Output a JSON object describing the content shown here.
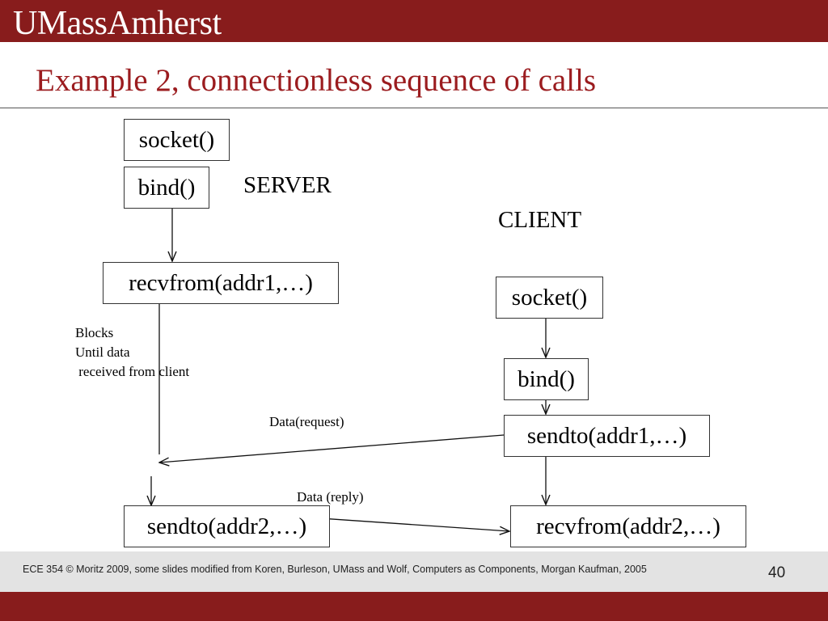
{
  "header": {
    "logo": "UMassAmherst"
  },
  "slide": {
    "title": "Example 2, connectionless sequence of calls"
  },
  "server": {
    "label": "SERVER",
    "socket": "socket()",
    "bind": "bind()",
    "recvfrom": "recvfrom(addr1,…)",
    "sendto": "sendto(addr2,…)",
    "note": [
      "Blocks",
      "Until data",
      " received from client"
    ]
  },
  "client": {
    "label": "CLIENT",
    "socket": "socket()",
    "bind": "bind()",
    "sendto": "sendto(addr1,…)",
    "recvfrom": "recvfrom(addr2,…)"
  },
  "messages": {
    "request": "Data(request)",
    "reply": "Data (reply)"
  },
  "footer": {
    "credit": "ECE 354 © Moritz 2009,  some slides modified from Koren, Burleson, UMass and Wolf, Computers as Components, Morgan Kaufman, 2005",
    "page_number": "40"
  },
  "colors": {
    "brand": "#881c1c",
    "title": "#9b1c1f",
    "footer_band": "#e3e3e3"
  }
}
